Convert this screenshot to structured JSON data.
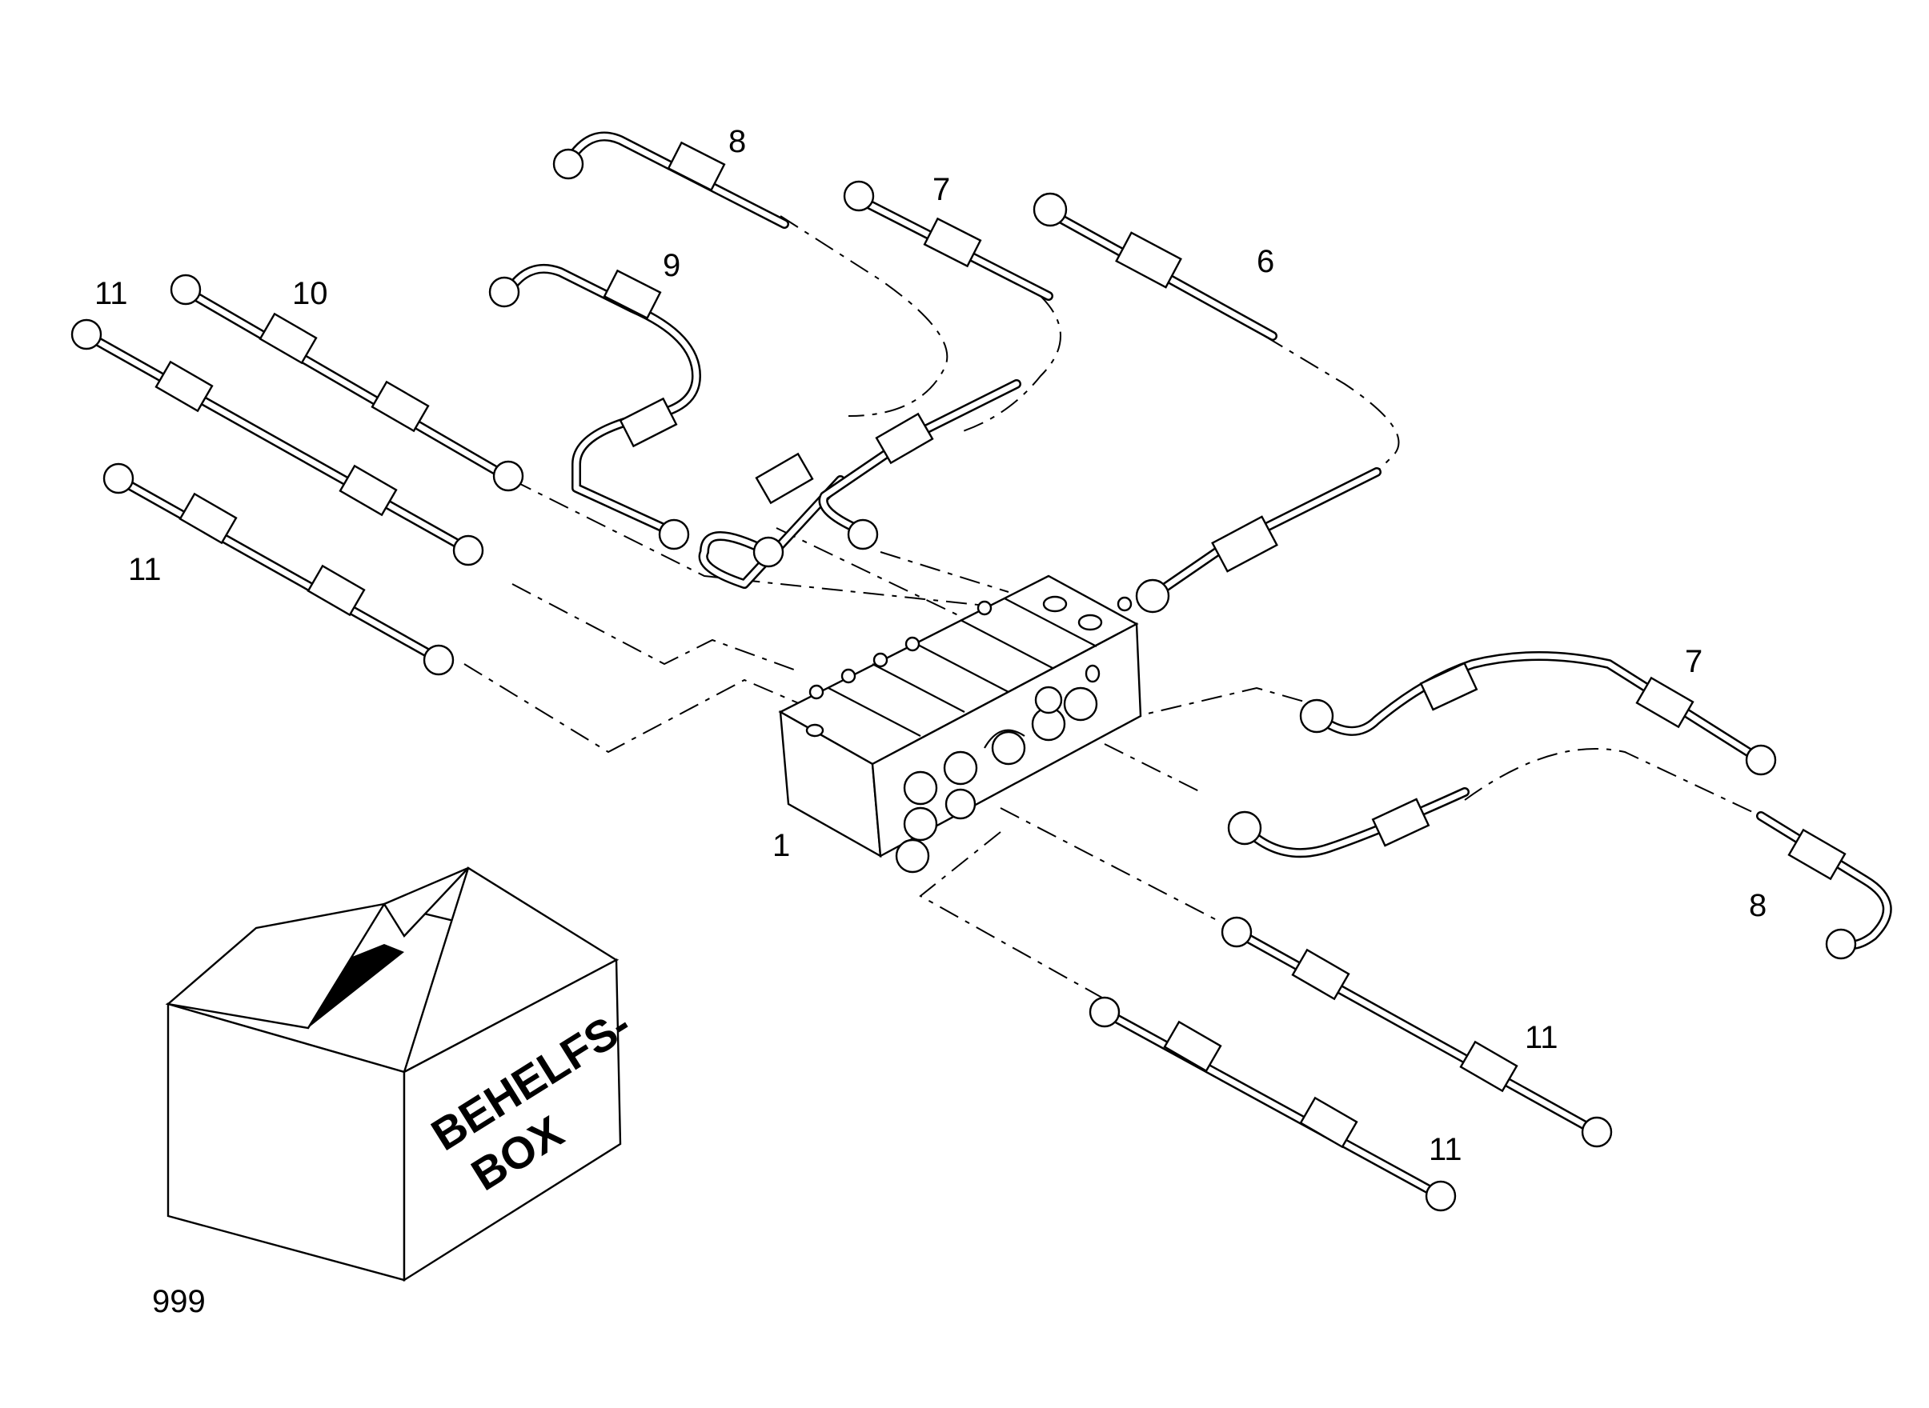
{
  "callouts": {
    "c1": "1",
    "c6": "6",
    "c7a": "7",
    "c7b": "7",
    "c8a": "8",
    "c8b": "8",
    "c9": "9",
    "c10": "10",
    "c11a": "11",
    "c11b": "11",
    "c11c": "11",
    "c11d": "11",
    "c999": "999"
  },
  "box": {
    "line1": "BEHELFS-",
    "line2": "BOX"
  },
  "colors": {
    "ink": "#000000",
    "paper": "#ffffff"
  }
}
